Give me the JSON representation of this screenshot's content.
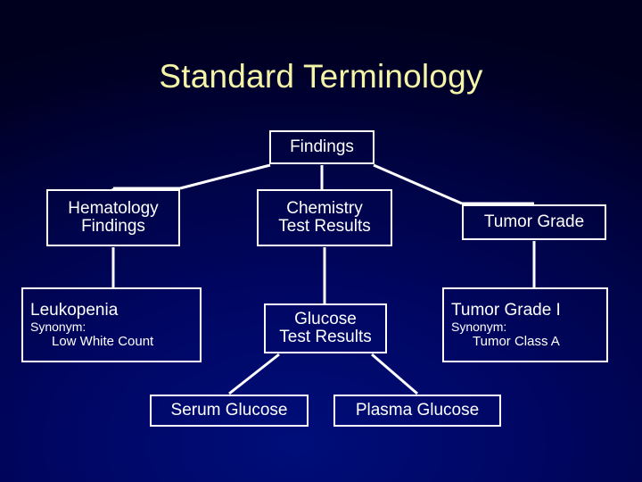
{
  "slide": {
    "title": "Standard Terminology",
    "title_color": "#f5f5a8",
    "background_color": "#000663",
    "line_color": "#ffffff",
    "text_color": "#ffffff"
  },
  "diagram": {
    "type": "hierarchy",
    "nodes": {
      "findings": {
        "label": "Findings"
      },
      "hematology": {
        "line1": "Hematology",
        "line2": "Findings"
      },
      "chemistry": {
        "line1": "Chemistry",
        "line2": "Test Results"
      },
      "tumor_grade": {
        "label": "Tumor Grade"
      },
      "leukopenia": {
        "term": "Leukopenia",
        "synonym_label": "Synonym:",
        "synonym_value": "Low White Count"
      },
      "glucose": {
        "line1": "Glucose",
        "line2": "Test Results"
      },
      "tumor_grade_i": {
        "term": "Tumor Grade I",
        "synonym_label": "Synonym:",
        "synonym_value": "Tumor Class A"
      },
      "serum_glucose": {
        "label": "Serum Glucose"
      },
      "plasma_glucose": {
        "label": "Plasma Glucose"
      }
    }
  }
}
